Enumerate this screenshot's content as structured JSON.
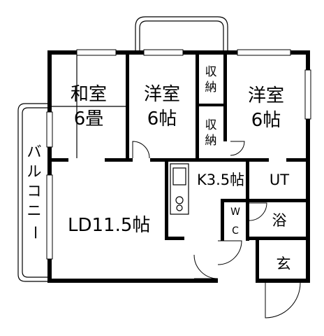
{
  "rooms": {
    "washitsu": {
      "name": "和室",
      "size": "6畳"
    },
    "yoshitsu_center": {
      "name": "洋室",
      "size": "6帖"
    },
    "yoshitsu_right": {
      "name": "洋室",
      "size": "6帖"
    },
    "closet_1": [
      "収",
      "納"
    ],
    "closet_2": [
      "収",
      "納"
    ],
    "kitchen": "K3.5帖",
    "ut": "UT",
    "bath": "浴",
    "wc": [
      "W",
      "C"
    ],
    "entrance": "玄",
    "ld": "LD11.5帖",
    "balcony": [
      "バ",
      "ル",
      "コ",
      "ニ",
      "ー"
    ]
  }
}
